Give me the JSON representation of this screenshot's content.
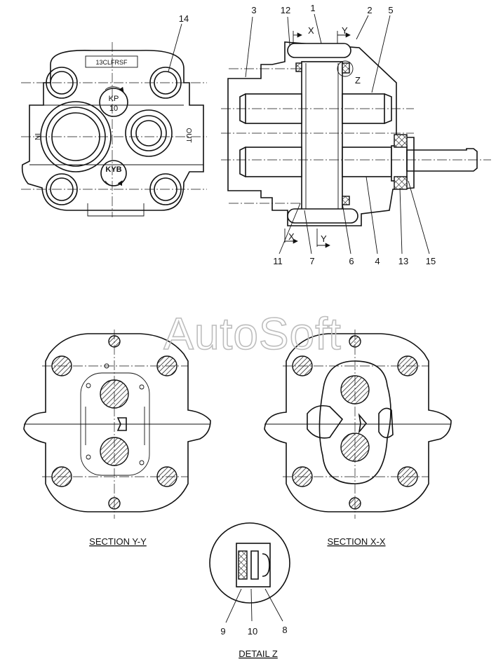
{
  "watermark": "AutoSoft",
  "top_labels": [
    "14",
    "3",
    "12",
    "1",
    "2",
    "5"
  ],
  "bottom_labels": [
    "11",
    "7",
    "6",
    "4",
    "13",
    "15"
  ],
  "detail_labels": [
    "9",
    "10",
    "8"
  ],
  "section_marks": {
    "x": "X",
    "y": "Y",
    "z": "Z"
  },
  "plate_text": "13CLFRSF",
  "badge_text": {
    "line1": "KP",
    "line2": "10"
  },
  "brand_text": "KYB",
  "port_in": "IN",
  "port_out": "OUT",
  "captions": {
    "section_yy": "SECTION Y-Y",
    "section_xx": "SECTION X-X",
    "detail_z": "DETAIL Z"
  }
}
